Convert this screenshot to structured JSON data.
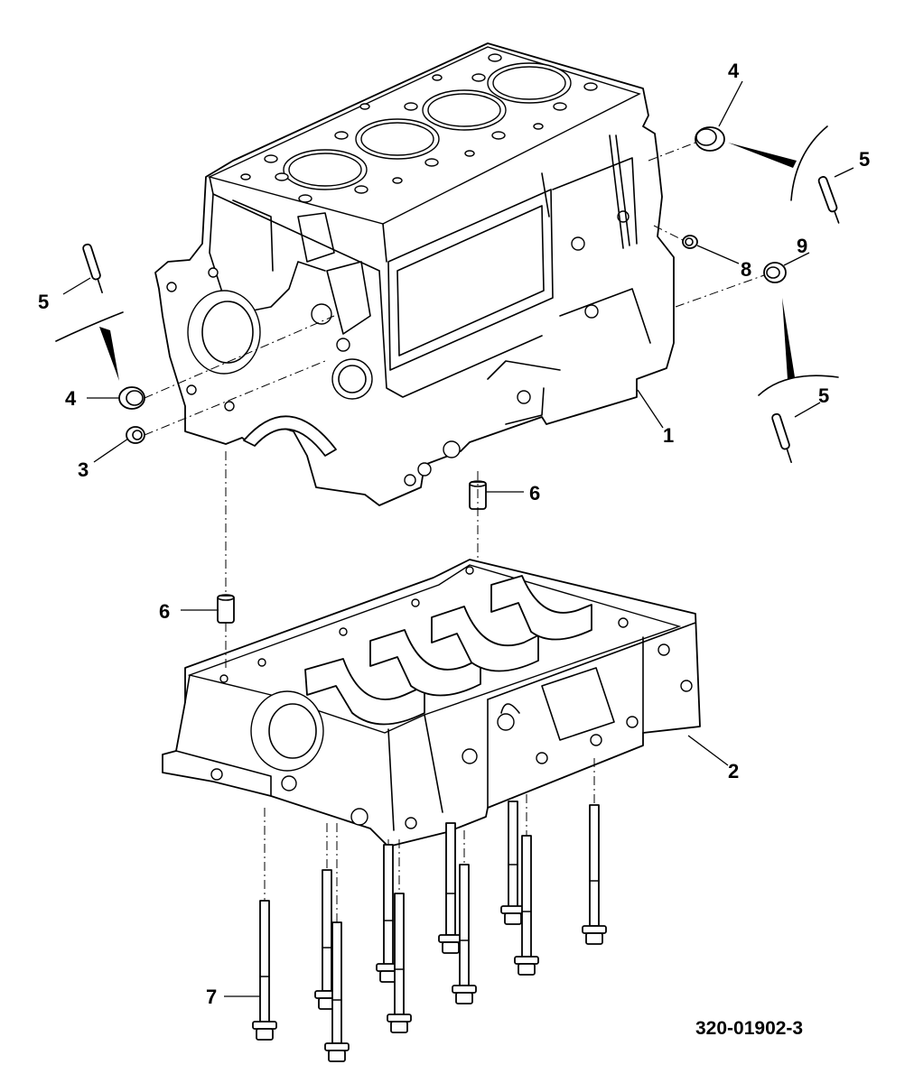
{
  "figure_id": "320-01902-3",
  "callouts": {
    "c1": "1",
    "c2": "2",
    "c3": "3",
    "c4a": "4",
    "c4b": "4",
    "c5a": "5",
    "c5b": "5",
    "c5c": "5",
    "c6a": "6",
    "c6b": "6",
    "c7": "7",
    "c8": "8",
    "c9": "9"
  }
}
